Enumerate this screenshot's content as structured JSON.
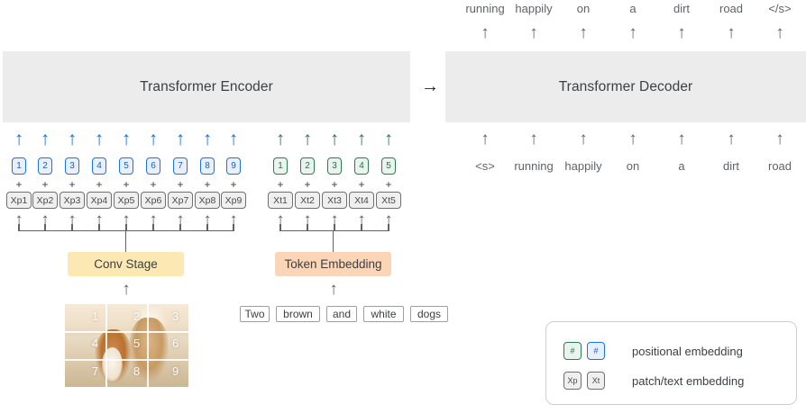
{
  "encoder": {
    "title": "Transformer Encoder",
    "flow_arrow_icon": "right-arrow-icon",
    "image_branch": {
      "stage_label": "Conv Stage",
      "up_arrow_icon": "up-arrow-icon",
      "patch_numbers": [
        "1",
        "2",
        "3",
        "4",
        "5",
        "6",
        "7",
        "8",
        "9"
      ],
      "image_caption": "two dogs running on a dirt road, 3x3 patch grid",
      "patch_embeddings": [
        "Xp1",
        "Xp2",
        "Xp3",
        "Xp4",
        "Xp5",
        "Xp6",
        "Xp7",
        "Xp8",
        "Xp9"
      ],
      "positional_embeddings": [
        "1",
        "2",
        "3",
        "4",
        "5",
        "6",
        "7",
        "8",
        "9"
      ],
      "plus_symbol": "+",
      "arrow_color": "#1a73e8",
      "positional_border_color": "#1a73e8",
      "positional_fill_color": "#e8f0fe",
      "stage_fill_color": "#fce8b2"
    },
    "text_branch": {
      "stage_label": "Token Embedding",
      "up_arrow_icon": "up-arrow-icon",
      "words": [
        "Two",
        "brown",
        "and",
        "white",
        "dogs"
      ],
      "token_embeddings": [
        "Xt1",
        "Xt2",
        "Xt3",
        "Xt4",
        "Xt5"
      ],
      "positional_embeddings": [
        "1",
        "2",
        "3",
        "4",
        "5"
      ],
      "plus_symbol": "+",
      "arrow_color": "#2e7d52",
      "positional_border_color": "#2e7d52",
      "positional_fill_color": "#e9f4ee",
      "stage_fill_color": "#fbd5b5"
    },
    "block_fill_color": "#ececec"
  },
  "decoder": {
    "title": "Transformer Decoder",
    "block_fill_color": "#ececec",
    "outputs": [
      "running",
      "happily",
      "on",
      "a",
      "dirt",
      "road",
      "</s>"
    ],
    "inputs": [
      "<s>",
      "running",
      "happily",
      "on",
      "a",
      "dirt",
      "road"
    ],
    "up_arrow_icon": "up-arrow-icon"
  },
  "legend": {
    "rows": [
      {
        "symbols": [
          "#",
          "#"
        ],
        "label": "positional embedding"
      },
      {
        "symbols": [
          "Xp",
          "Xt"
        ],
        "label": "patch/text embedding"
      }
    ]
  }
}
